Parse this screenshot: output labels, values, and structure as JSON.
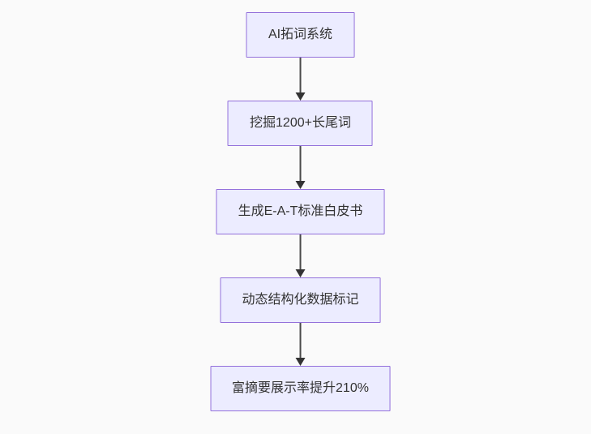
{
  "flowchart": {
    "type": "flowchart",
    "direction": "top-down",
    "nodes": [
      {
        "label": "AI拓词系统"
      },
      {
        "label": "挖掘1200+长尾词"
      },
      {
        "label": "生成E-A-T标准白皮书"
      },
      {
        "label": "动态结构化数据标记"
      },
      {
        "label": "富摘要展示率提升210%"
      }
    ],
    "edges": [
      {
        "from": "AI拓词系统",
        "to": "挖掘1200+长尾词",
        "style": "arrow-down"
      },
      {
        "from": "挖掘1200+长尾词",
        "to": "生成E-A-T标准白皮书",
        "style": "arrow-down"
      },
      {
        "from": "生成E-A-T标准白皮书",
        "to": "动态结构化数据标记",
        "style": "arrow-down"
      },
      {
        "from": "动态结构化数据标记",
        "to": "富摘要展示率提升210%",
        "style": "arrow-down"
      }
    ],
    "colors": {
      "node_fill": "#ECECFF",
      "node_border": "#9370DB",
      "node_text": "#333333",
      "edge_line": "#4A4A4A",
      "edge_arrowhead": "#333333",
      "background": "#FAFAFA"
    }
  }
}
